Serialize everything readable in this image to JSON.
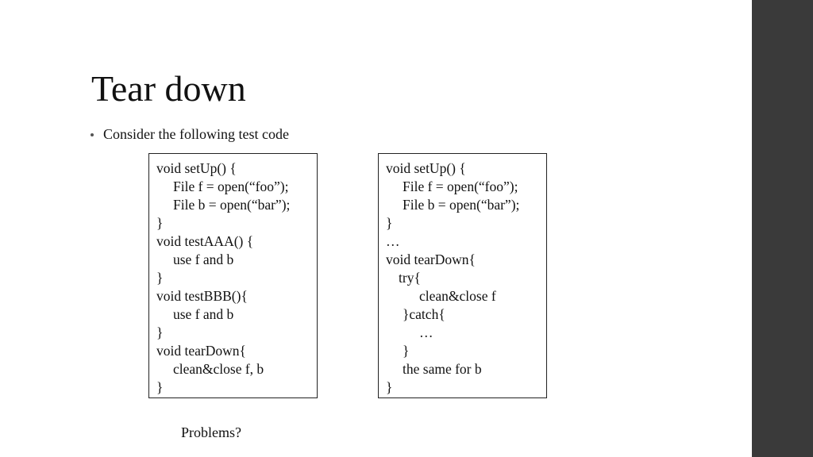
{
  "slide": {
    "title": "Tear down",
    "bullet": "Consider the following test code",
    "footer_question": "Problems?",
    "side_bar_color": "#3a3a3a"
  },
  "left_code": {
    "lines": [
      {
        "text": "void setUp() {",
        "indent": 0
      },
      {
        "text": "File f = open(“foo”);",
        "indent": 1
      },
      {
        "text": "File b = open(“bar”);",
        "indent": 1
      },
      {
        "text": "}",
        "indent": 0
      },
      {
        "text": "void testAAA() {",
        "indent": 0
      },
      {
        "text": "use f and b",
        "indent": 1
      },
      {
        "text": "}",
        "indent": 0
      },
      {
        "text": "void testBBB(){",
        "indent": 0
      },
      {
        "text": "use f and b",
        "indent": 1
      },
      {
        "text": "}",
        "indent": 0
      },
      {
        "text": "void tearDown{",
        "indent": 0
      },
      {
        "text": "clean&close f, b",
        "indent": 1
      },
      {
        "text": "}",
        "indent": 0
      }
    ]
  },
  "right_code": {
    "lines": [
      {
        "text": "void setUp() {",
        "indent": 0
      },
      {
        "text": "File f = open(“foo”);",
        "indent": 1
      },
      {
        "text": "File b = open(“bar”);",
        "indent": 1
      },
      {
        "text": "}",
        "indent": 0
      },
      {
        "text": "…",
        "indent": 0
      },
      {
        "text": "void tearDown{",
        "indent": 0
      },
      {
        "text": "try{",
        "indent": 0.5
      },
      {
        "text": "clean&close f",
        "indent": 2
      },
      {
        "text": "}catch{",
        "indent": 1
      },
      {
        "text": "…",
        "indent": 2
      },
      {
        "text": "}",
        "indent": 1
      },
      {
        "text": "the same for b",
        "indent": 1
      },
      {
        "text": "}",
        "indent": 0
      }
    ]
  }
}
